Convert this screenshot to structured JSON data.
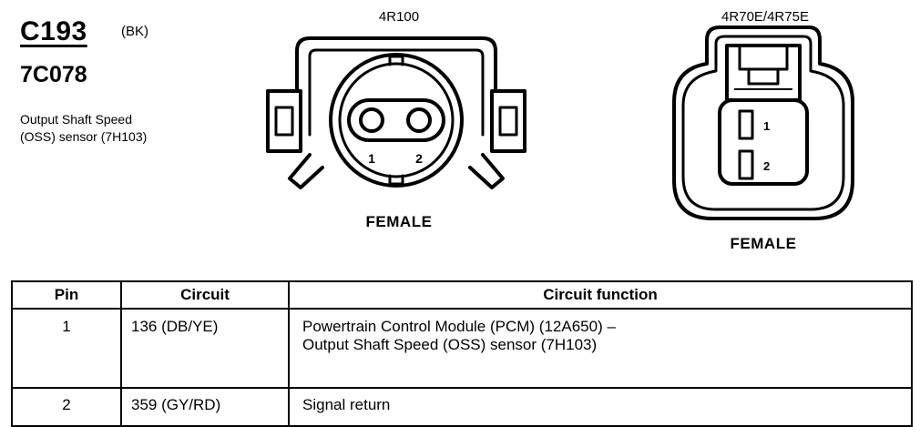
{
  "header": {
    "connector_id": "C193",
    "color_code": "(BK)",
    "part_number": "7C078",
    "description_lines": [
      "Output Shaft Speed",
      "(OSS) sensor (7H103)"
    ]
  },
  "connectors": [
    {
      "variant": "4R100",
      "gender": "FEMALE",
      "pin_labels": [
        "1",
        "2"
      ]
    },
    {
      "variant": "4R70E/4R75E",
      "gender": "FEMALE",
      "pin_labels": [
        "1",
        "2"
      ]
    }
  ],
  "table": {
    "headers": [
      "Pin",
      "Circuit",
      "Circuit function"
    ],
    "rows": [
      {
        "pin": "1",
        "circuit": "136 (DB/YE)",
        "function_lines": [
          "Powertrain Control Module (PCM) (12A650) –",
          "Output Shaft Speed (OSS) sensor (7H103)"
        ]
      },
      {
        "pin": "2",
        "circuit": "359 (GY/RD)",
        "function_lines": [
          "Signal return"
        ]
      }
    ]
  }
}
